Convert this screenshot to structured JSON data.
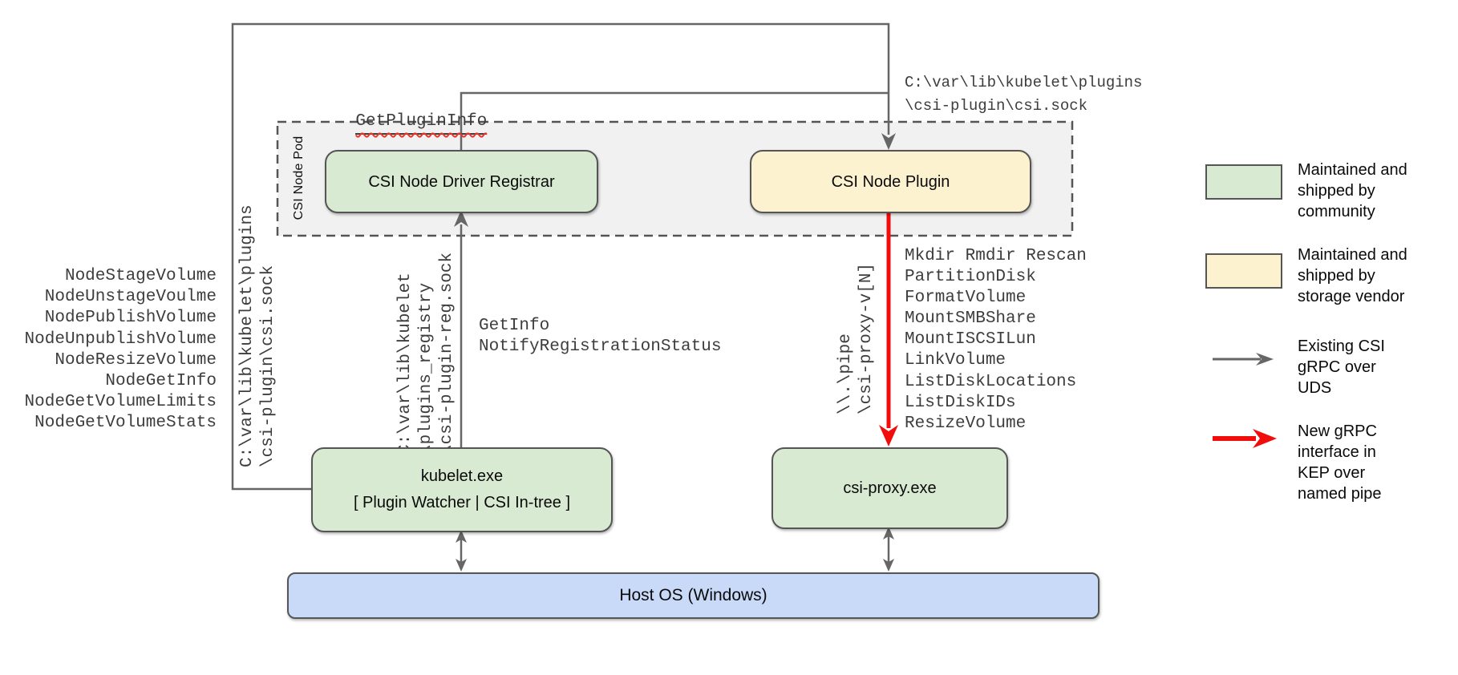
{
  "colors": {
    "community-green": "#d9ead3",
    "vendor-yellow": "#fdf2cf",
    "host-blue": "#c9daf8",
    "pod-gray": "#f1f1f1",
    "box-border": "#555555",
    "arrow-gray": "#666666",
    "arrow-red": "#f20d0d",
    "mono-text": "#3d3d3d",
    "squiggle-red": "#e8352b"
  },
  "pod": {
    "label": "CSI Node Pod"
  },
  "nodes": {
    "registrar": {
      "label": "CSI Node Driver Registrar"
    },
    "plugin": {
      "label": "CSI Node Plugin"
    },
    "kubelet": {
      "lines": [
        "kubelet.exe",
        "[ Plugin Watcher | CSI In-tree ]"
      ]
    },
    "csi_proxy": {
      "label": "csi-proxy.exe"
    },
    "host_os": {
      "label": "Host OS (Windows)"
    }
  },
  "labels": {
    "get_plugin_info": "GetPluginInfo",
    "csi_sock_top": [
      "C:\\var\\lib\\kubelet\\plugins",
      "\\csi-plugin\\csi.sock"
    ],
    "csi_sock_left": [
      "C:\\var\\lib\\kubelet\\plugins",
      "\\csi-plugin\\csi.sock"
    ],
    "registration_sock": [
      "C:\\var\\lib\\kubelet",
      "\\plugins_registry",
      "\\csi-plugin-reg.sock"
    ],
    "registration_calls": [
      "GetInfo",
      "NotifyRegistrationStatus"
    ],
    "named_pipe": [
      "\\\\.\\pipe",
      "\\csi-proxy-v[N]"
    ]
  },
  "node_rpc_list": [
    "NodeStageVolume",
    "NodeUnstageVoulme",
    "NodePublishVolume",
    "NodeUnpublishVolume",
    "NodeResizeVolume",
    "NodeGetInfo",
    "NodeGetVolumeLimits",
    "NodeGetVolumeStats"
  ],
  "proxy_api_list": [
    "Mkdir Rmdir Rescan",
    "PartitionDisk",
    "FormatVolume",
    "MountSMBShare",
    "MountISCSILun",
    "LinkVolume",
    "ListDiskLocations",
    "ListDiskIDs",
    "ResizeVolume"
  ],
  "legend": {
    "community": [
      "Maintained and",
      "shipped by",
      "community"
    ],
    "vendor": [
      "Maintained and",
      "shipped by",
      "storage vendor"
    ],
    "existing": [
      "Existing CSI",
      "gRPC over",
      "UDS"
    ],
    "new": [
      "New gRPC",
      "interface in",
      "KEP over",
      "named pipe"
    ]
  }
}
